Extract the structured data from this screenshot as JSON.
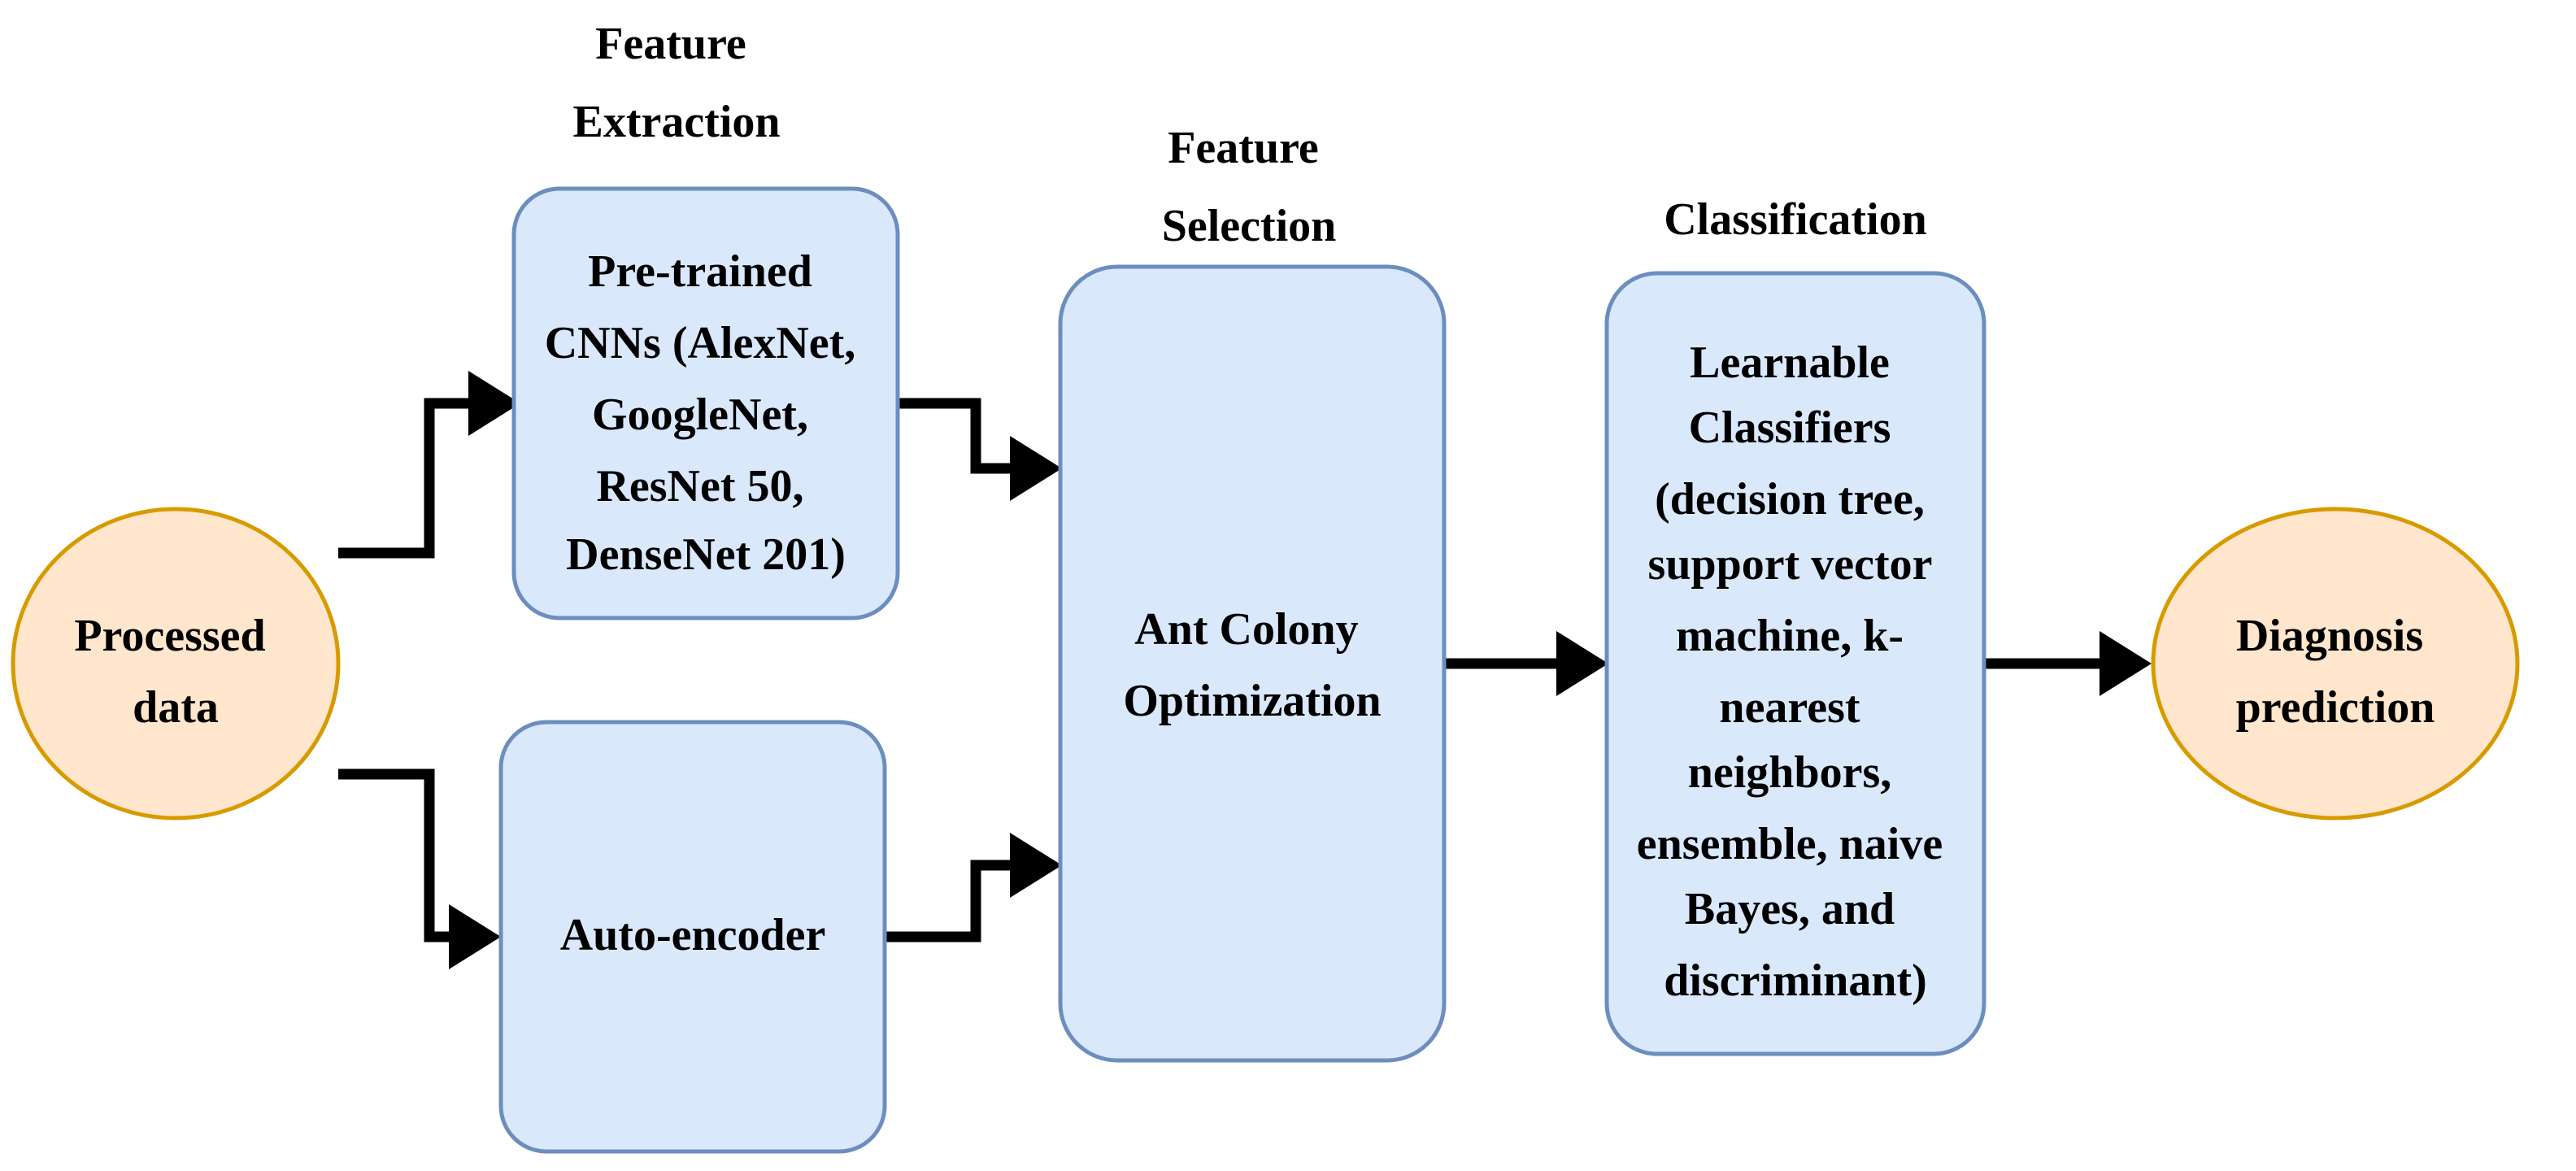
{
  "stages": {
    "feature_extraction": [
      "Feature",
      "Extraction"
    ],
    "feature_selection": [
      "Feature",
      "Selection"
    ],
    "classification": [
      "Classification"
    ]
  },
  "nodes": {
    "processed_data": [
      "Processed",
      "data"
    ],
    "pretrained_cnns": [
      "Pre-trained",
      "CNNs (AlexNet,",
      "GoogleNet,",
      "ResNet 50,",
      "DenseNet 201)"
    ],
    "auto_encoder": [
      "Auto-encoder"
    ],
    "ant_colony": [
      "Ant Colony",
      "Optimization"
    ],
    "classifiers": [
      "Learnable",
      "Classifiers",
      "(decision tree,",
      "support vector",
      "machine, k-",
      "nearest",
      "neighbors,",
      "ensemble, naive",
      "Bayes, and",
      "discriminant)"
    ],
    "diagnosis": [
      "Diagnosis",
      "prediction"
    ]
  },
  "colors": {
    "process_fill": "#dae8fc",
    "process_stroke": "#6c8ebf",
    "terminal_fill": "#ffe6cc",
    "terminal_stroke": "#d79b00",
    "arrow": "#000000"
  }
}
